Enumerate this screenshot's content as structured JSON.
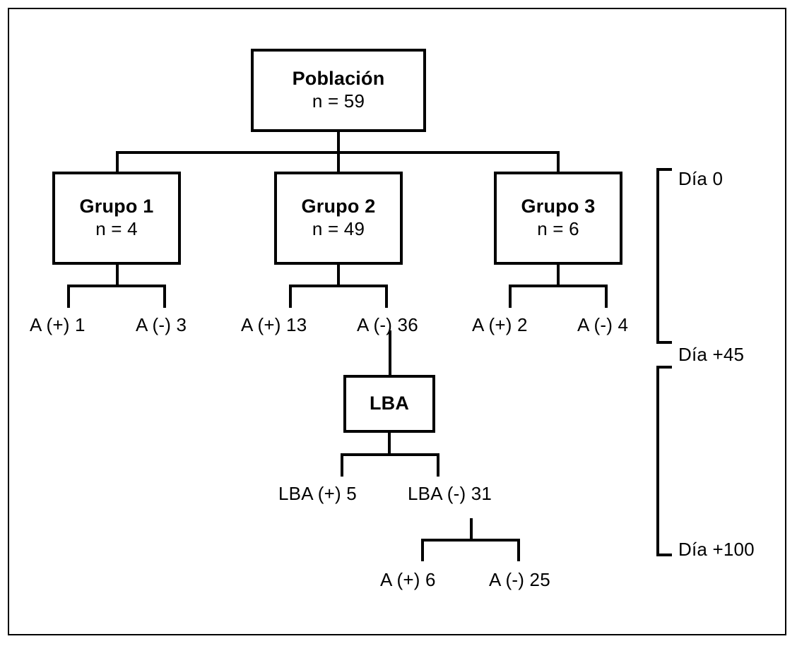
{
  "diagram": {
    "type": "flowchart",
    "language": "es",
    "title_node": {
      "name": "poblacion-box",
      "title": "Población",
      "subtitle": "n = 59"
    },
    "groups": [
      {
        "name": "grupo-1",
        "title": "Grupo 1",
        "subtitle": "n = 4",
        "children": [
          {
            "name": "grupo-1-a-positive",
            "label": "A (+) 1"
          },
          {
            "name": "grupo-1-a-negative",
            "label": "A (-) 3"
          }
        ]
      },
      {
        "name": "grupo-2",
        "title": "Grupo 2",
        "subtitle": "n = 49",
        "children": [
          {
            "name": "grupo-2-a-positive",
            "label": "A (+) 13"
          },
          {
            "name": "grupo-2-a-negative",
            "label": "A (-) 36"
          }
        ]
      },
      {
        "name": "grupo-3",
        "title": "Grupo 3",
        "subtitle": "n = 6",
        "children": [
          {
            "name": "grupo-3-a-positive",
            "label": "A (+) 2"
          },
          {
            "name": "grupo-3-a-negative",
            "label": "A (-) 4"
          }
        ]
      }
    ],
    "lba_node": {
      "name": "lba-box",
      "title": "LBA",
      "children": [
        {
          "name": "lba-positive",
          "label": "LBA (+) 5"
        },
        {
          "name": "lba-negative",
          "label": "LBA (-) 31"
        }
      ]
    },
    "lba_negative_children": [
      {
        "name": "lba-negative-a-positive",
        "label": "A (+) 6"
      },
      {
        "name": "lba-negative-a-negative",
        "label": "A (-) 25"
      }
    ],
    "timeline": [
      {
        "name": "period-dia-0",
        "label": "Día 0"
      },
      {
        "name": "period-dia-45",
        "label": "Día +45"
      },
      {
        "name": "period-dia-100",
        "label": "Día +100"
      }
    ],
    "colors": {
      "stroke": "#000000",
      "background": "#ffffff"
    }
  }
}
